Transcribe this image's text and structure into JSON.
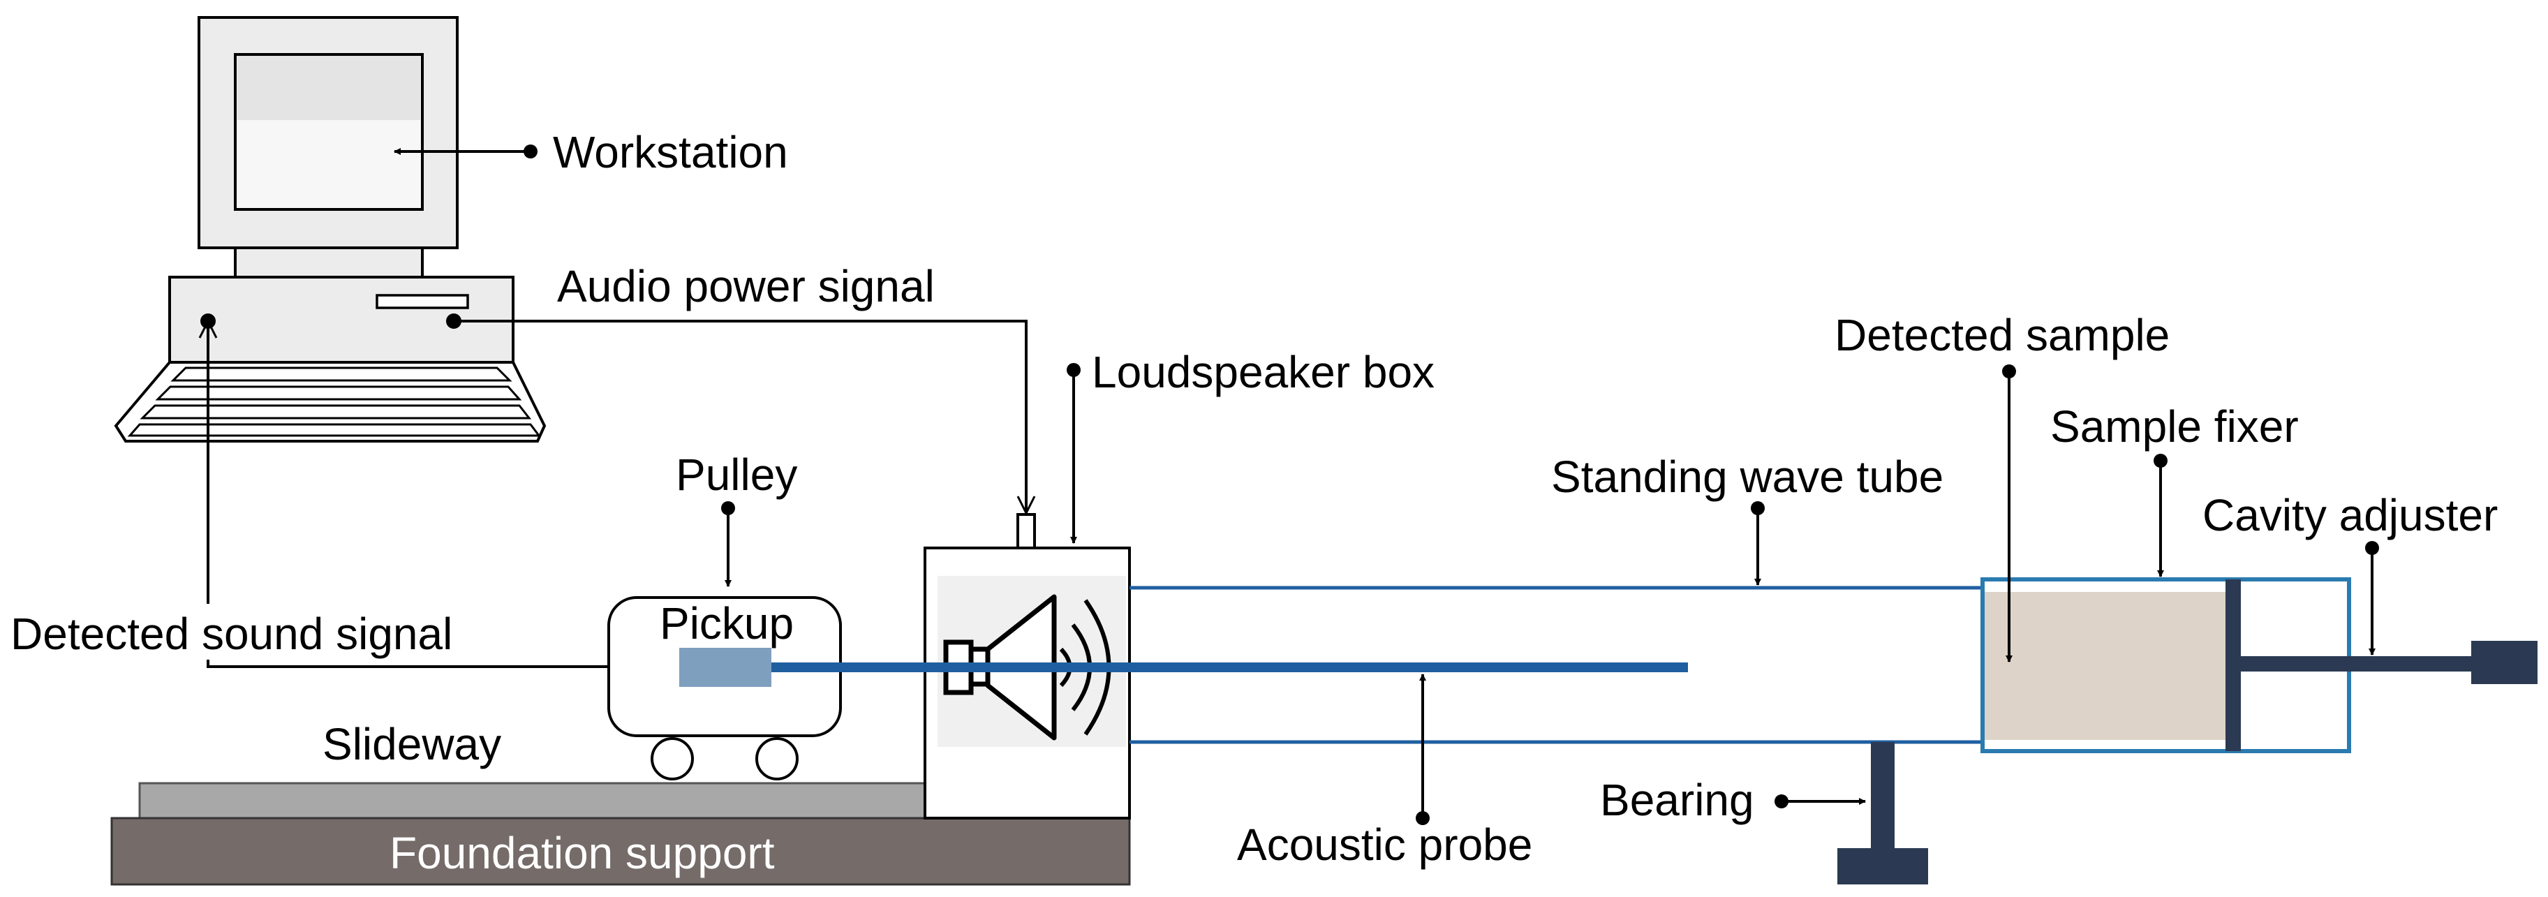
{
  "labels": {
    "workstation": "Workstation",
    "audio_power_signal": "Audio power signal",
    "loudspeaker_box": "Loudspeaker box",
    "pulley": "Pulley",
    "pickup": "Pickup",
    "detected_sound_signal": "Detected sound signal",
    "slideway": "Slideway",
    "foundation_support": "Foundation support",
    "standing_wave_tube": "Standing wave tube",
    "acoustic_probe": "Acoustic probe",
    "detected_sample": "Detected sample",
    "sample_fixer": "Sample fixer",
    "cavity_adjuster": "Cavity adjuster",
    "bearing": "Bearing"
  },
  "colors": {
    "tube_blue": "#1f5fa0",
    "sample_frame": "#2a7bb0",
    "sample_fill": "#ddd3c8",
    "dark_navy": "#2b3a52",
    "pickup_fill": "#7f9fbf",
    "foundation": "#756b69",
    "slideway": "#a8a8a8",
    "monitor_gray": "#e8e8e8",
    "speaker_panel": "#f0f0f0"
  }
}
